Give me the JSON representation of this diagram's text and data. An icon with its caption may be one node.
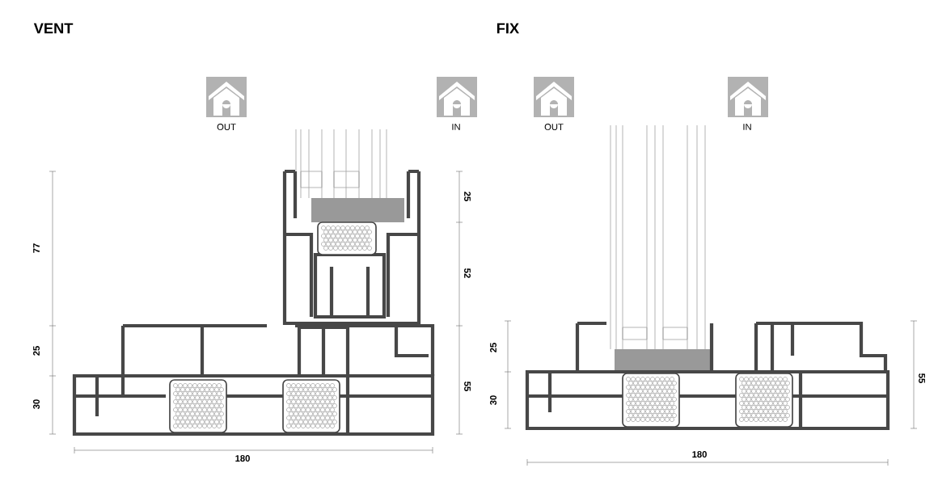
{
  "diagram": {
    "labels": [
      "VENT",
      "FIX",
      "OUT",
      "IN",
      "OUT",
      "IN",
      "77",
      "25",
      "52",
      "25",
      "30",
      "55",
      "180",
      "25",
      "30",
      "55",
      "180"
    ]
  }
}
